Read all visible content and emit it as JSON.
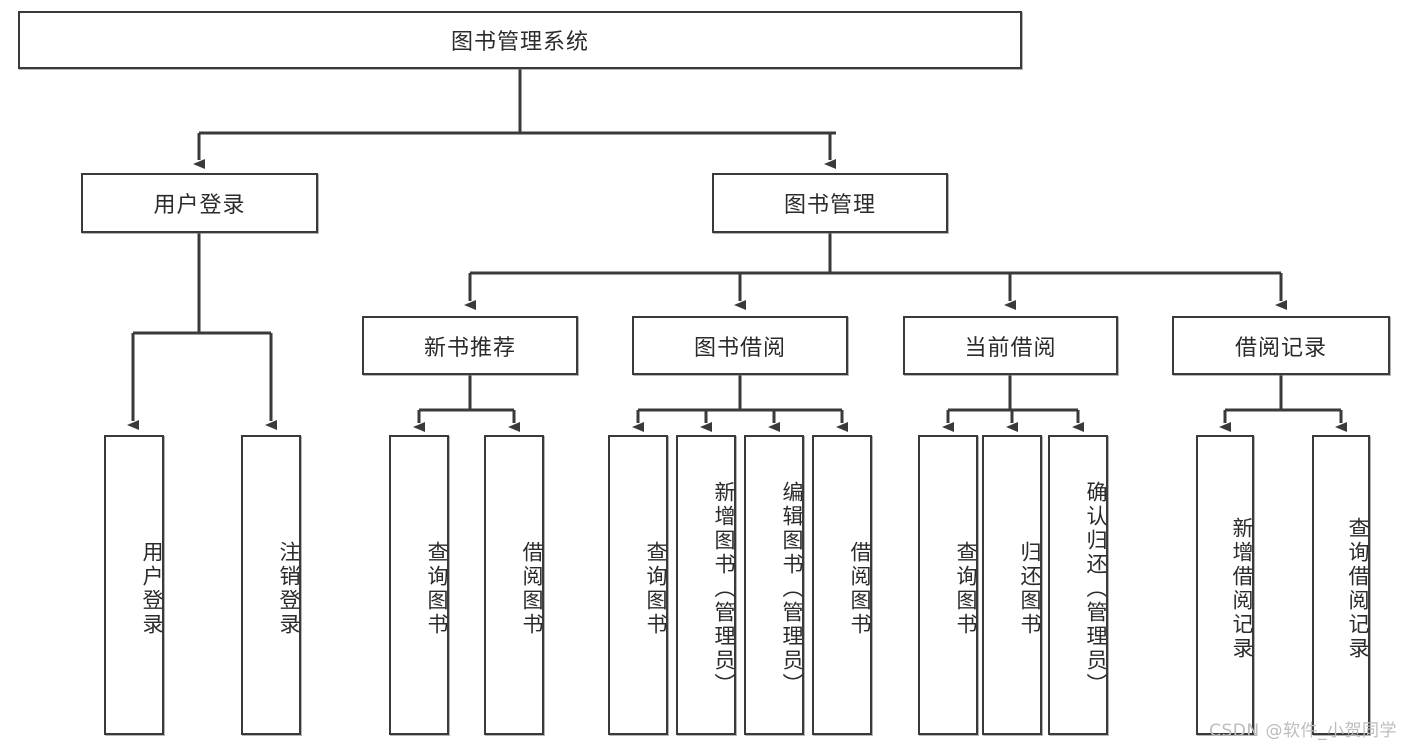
{
  "diagram": {
    "title_node": {
      "label": "图书管理系统"
    },
    "level2": [
      {
        "id": "user-login",
        "label": "用户登录"
      },
      {
        "id": "book-manage",
        "label": "图书管理"
      }
    ],
    "level3": [
      {
        "id": "new-book-recommend",
        "label": "新书推荐"
      },
      {
        "id": "book-borrow",
        "label": "图书借阅"
      },
      {
        "id": "current-borrow",
        "label": "当前借阅"
      },
      {
        "id": "borrow-record",
        "label": "借阅记录"
      }
    ],
    "leaves": [
      {
        "id": "leaf-user-login",
        "label": "用户登录"
      },
      {
        "id": "leaf-logout",
        "label": "注销登录"
      },
      {
        "id": "leaf-query-book-1",
        "label": "查询图书"
      },
      {
        "id": "leaf-borrow-book-1",
        "label": "借阅图书"
      },
      {
        "id": "leaf-query-book-2",
        "label": "查询图书"
      },
      {
        "id": "leaf-add-book",
        "label": "新增图书（管理员）"
      },
      {
        "id": "leaf-edit-book",
        "label": "编辑图书（管理员）"
      },
      {
        "id": "leaf-borrow-book-2",
        "label": "借阅图书"
      },
      {
        "id": "leaf-query-book-3",
        "label": "查询图书"
      },
      {
        "id": "leaf-return-book",
        "label": "归还图书"
      },
      {
        "id": "leaf-confirm-return",
        "label": "确认归还（管理员）"
      },
      {
        "id": "leaf-add-record",
        "label": "新增借阅记录"
      },
      {
        "id": "leaf-query-record",
        "label": "查询借阅记录"
      }
    ]
  },
  "watermark": {
    "text": "CSDN @软件_小贺同学"
  },
  "colors": {
    "stroke": "#3a3a3a",
    "fill": "#ffffff",
    "text": "#2b2b2b",
    "watermark": "#bdbdbd"
  }
}
